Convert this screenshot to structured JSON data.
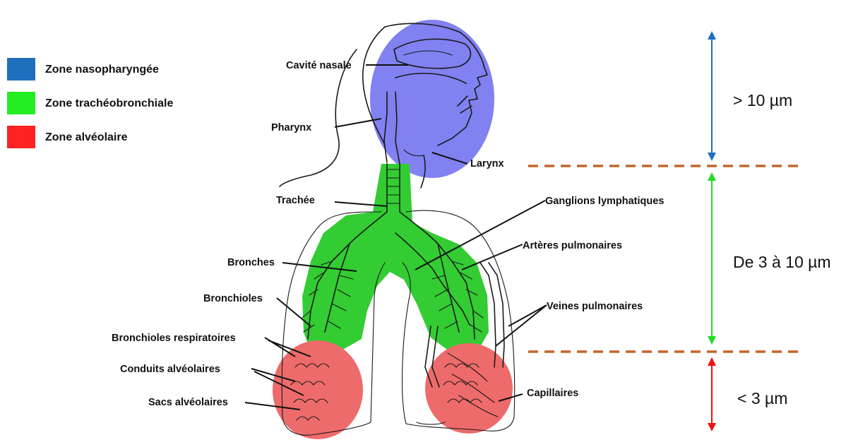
{
  "colors": {
    "nasopharyngeal": "#1f6fbf",
    "tracheobronchial": "#22dd22",
    "alveolar": "#ff2222",
    "blue_zone_fill": "#7a7af0",
    "green_zone_fill": "#33cc33",
    "red_zone_fill": "#ee6b6b",
    "separator": "#c0672a"
  },
  "legend": [
    {
      "label": "Zone nasopharyngée",
      "color": "#1f6fbf"
    },
    {
      "label": "Zone trachéobronchiale",
      "color": "#22ee22"
    },
    {
      "label": "Zone alvéolaire",
      "color": "#ff2222"
    }
  ],
  "sizes": {
    "upper": "> 10 µm",
    "middle": "De 3 à 10 µm",
    "lower": "< 3 µm"
  },
  "labels": {
    "cavite_nasale": "Cavité nasale",
    "pharynx": "Pharynx",
    "larynx": "Larynx",
    "trachee": "Trachée",
    "bronches": "Bronches",
    "bronchioles": "Bronchioles",
    "bronchioles_respiratoires": "Bronchioles respiratoires",
    "conduits_alveolaires": "Conduits alvéolaires",
    "sacs_alveolaires": "Sacs alvéolaires",
    "ganglions": "Ganglions lymphatiques",
    "arteres": "Artères pulmonaires",
    "veines": "Veines pulmonaires",
    "capillaires": "Capillaires"
  }
}
